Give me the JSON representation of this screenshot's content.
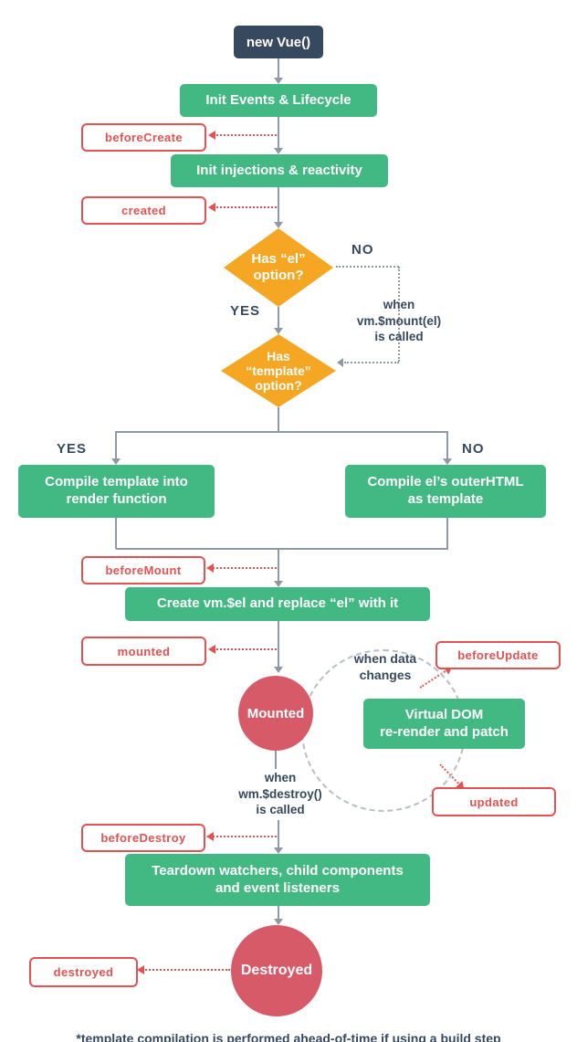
{
  "colors": {
    "navy": "#37495e",
    "green": "#42b983",
    "orange": "#f5a623",
    "rose": "#d65a68",
    "red": "#e25252",
    "line": "#8f99a3",
    "dash": "#b7bfc6"
  },
  "nodes": {
    "new_vue": "new Vue()",
    "init_events": "Init Events & Lifecycle",
    "init_injections": "Init injections & reactivity",
    "has_el": {
      "line1": "Has “el”",
      "line2": "option?"
    },
    "has_template": {
      "line1": "Has",
      "line2": "“template”",
      "line3": "option?"
    },
    "compile_template": {
      "line1": "Compile template into",
      "line2": "render function"
    },
    "compile_el": {
      "line1": "Compile el’s outerHTML",
      "line2": "as template"
    },
    "create_vm": "Create vm.$el and replace “el” with it",
    "virtual_dom": {
      "line1": "Virtual DOM",
      "line2": "re-render and patch"
    },
    "teardown": {
      "line1": "Teardown watchers, child components",
      "line2": "and event listeners"
    },
    "mounted_circle": "Mounted",
    "destroyed_circle": "Destroyed"
  },
  "hooks": {
    "before_create": "beforeCreate",
    "created": "created",
    "before_mount": "beforeMount",
    "mounted": "mounted",
    "before_update": "beforeUpdate",
    "updated": "updated",
    "before_destroy": "beforeDestroy",
    "destroyed": "destroyed"
  },
  "labels": {
    "no_el": "NO",
    "yes_el": "YES",
    "yes_template": "YES",
    "no_template": "NO",
    "when_mount": {
      "line1": "when",
      "line2": "vm.$mount(el)",
      "line3": "is called"
    },
    "when_data": {
      "line1": "when data",
      "line2": "changes"
    },
    "when_destroy": {
      "line1": "when",
      "line2": "wm.$destroy()",
      "line3": "is called"
    }
  },
  "caption": "*template compilation is performed ahead-of-time if using a build step"
}
